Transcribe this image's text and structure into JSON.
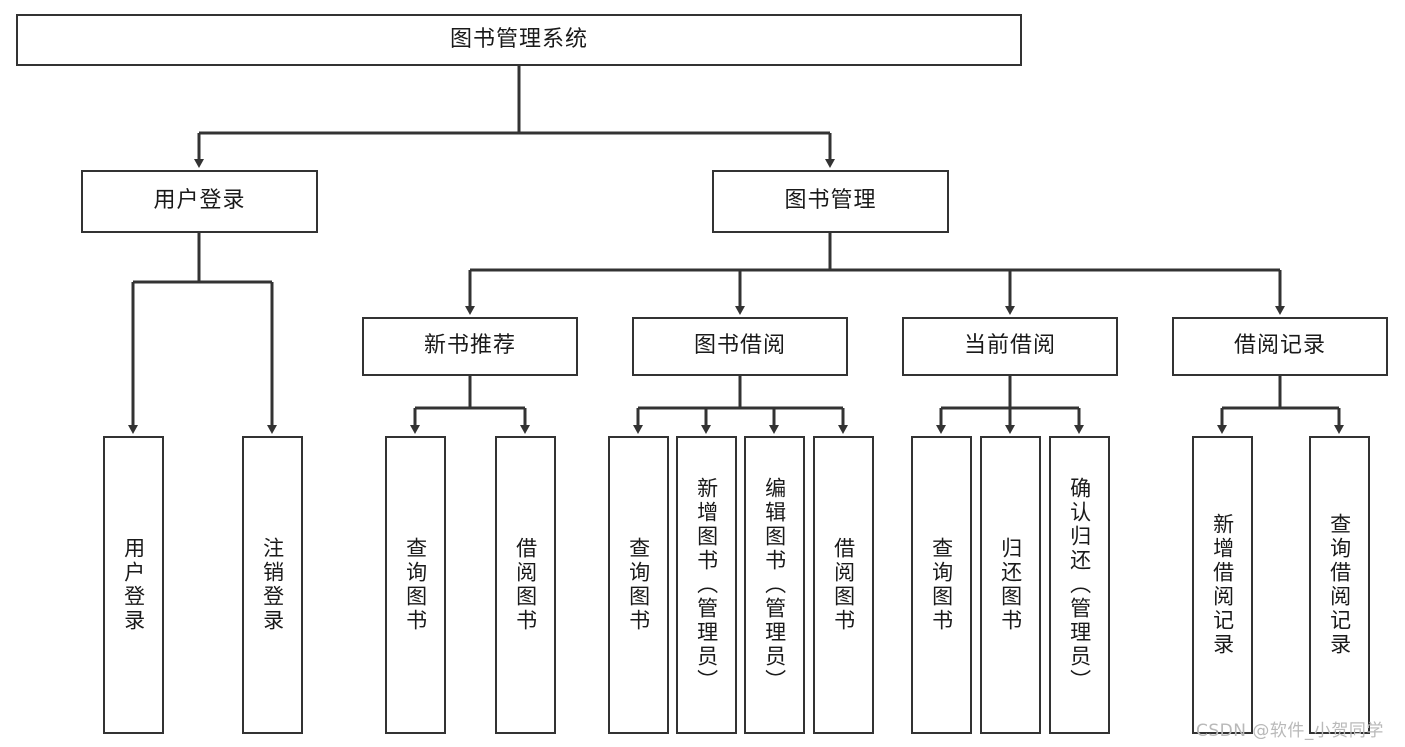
{
  "diagram": {
    "title_node": {
      "label": "图书管理系统"
    },
    "level2": [
      {
        "id": "user-login",
        "label": "用户登录"
      },
      {
        "id": "book-manage",
        "label": "图书管理"
      }
    ],
    "level3": [
      {
        "id": "new-book-recommend",
        "label": "新书推荐"
      },
      {
        "id": "book-borrow",
        "label": "图书借阅"
      },
      {
        "id": "current-borrow",
        "label": "当前借阅"
      },
      {
        "id": "borrow-record",
        "label": "借阅记录"
      }
    ],
    "leaves": {
      "user_login": [
        {
          "id": "leaf-user-login",
          "label": "用户登录"
        },
        {
          "id": "leaf-logout-login",
          "label": "注销登录"
        }
      ],
      "new_book_recommend": [
        {
          "id": "leaf-query-book-1",
          "label": "查询图书"
        },
        {
          "id": "leaf-borrow-book-1",
          "label": "借阅图书"
        }
      ],
      "book_borrow": [
        {
          "id": "leaf-query-book-2",
          "label": "查询图书"
        },
        {
          "id": "leaf-add-book",
          "label": "新增图书（管理员）"
        },
        {
          "id": "leaf-edit-book",
          "label": "编辑图书（管理员）"
        },
        {
          "id": "leaf-borrow-book-2",
          "label": "借阅图书"
        }
      ],
      "current_borrow": [
        {
          "id": "leaf-query-book-3",
          "label": "查询图书"
        },
        {
          "id": "leaf-return-book",
          "label": "归还图书"
        },
        {
          "id": "leaf-confirm-return",
          "label": "确认归还（管理员）"
        }
      ],
      "borrow_record": [
        {
          "id": "leaf-add-record",
          "label": "新增借阅记录"
        },
        {
          "id": "leaf-query-record",
          "label": "查询借阅记录"
        }
      ]
    }
  },
  "watermark": {
    "text": "CSDN @软件_小贺同学"
  },
  "colors": {
    "stroke": "#333333",
    "background": "#ffffff",
    "text": "#1a1a1a",
    "watermark": "#b9b9b9"
  }
}
